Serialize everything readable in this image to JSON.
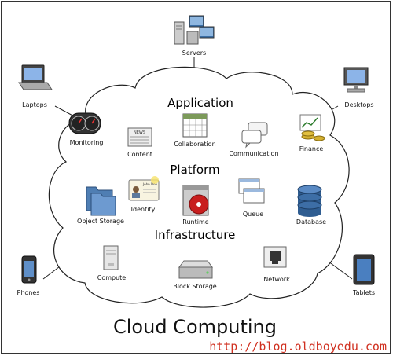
{
  "sections": {
    "application": "Application",
    "platform": "Platform",
    "infrastructure": "Infrastructure"
  },
  "title": "Cloud Computing",
  "watermark": "http://blog.oldboyedu.com",
  "clients": {
    "servers": "Servers",
    "laptops": "Laptops",
    "desktops": "Desktops",
    "phones": "Phones",
    "tablets": "Tablets"
  },
  "application_items": {
    "monitoring": "Monitoring",
    "content": "Content",
    "collaboration": "Collaboration",
    "communication": "Communication",
    "finance": "Finance"
  },
  "platform_items": {
    "object_storage": "Object Storage",
    "identity": "Identity",
    "runtime": "Runtime",
    "queue": "Queue",
    "database": "Database"
  },
  "infrastructure_items": {
    "compute": "Compute",
    "block_storage": "Block Storage",
    "network": "Network"
  },
  "icon_text": {
    "news": "NEWS",
    "id_name": "John Doe"
  },
  "colors": {
    "cloud_stroke": "#222222",
    "watermark": "#d03020",
    "database": "#2f5d91",
    "folder": "#4f7eb3",
    "finance": "#c9a428",
    "runtime": "#c81f1f"
  }
}
